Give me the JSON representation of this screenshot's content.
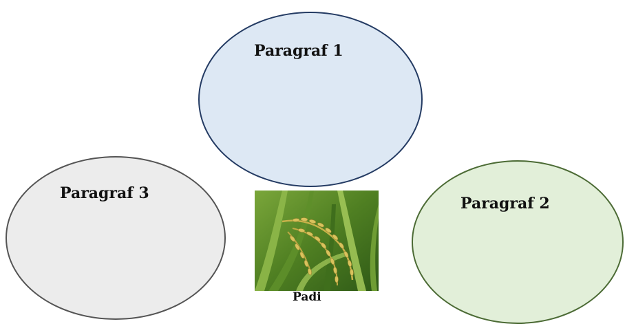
{
  "nodes": {
    "top": {
      "label": "Paragraf 1",
      "fill": "#dde8f4",
      "stroke": "#243b63"
    },
    "right": {
      "label": "Paragraf 2",
      "fill": "#e2efd9",
      "stroke": "#4c6b35"
    },
    "left": {
      "label": "Paragraf 3",
      "fill": "#ececec",
      "stroke": "#545454"
    }
  },
  "center": {
    "image": "rice-plant-photo",
    "caption": "Padi"
  }
}
